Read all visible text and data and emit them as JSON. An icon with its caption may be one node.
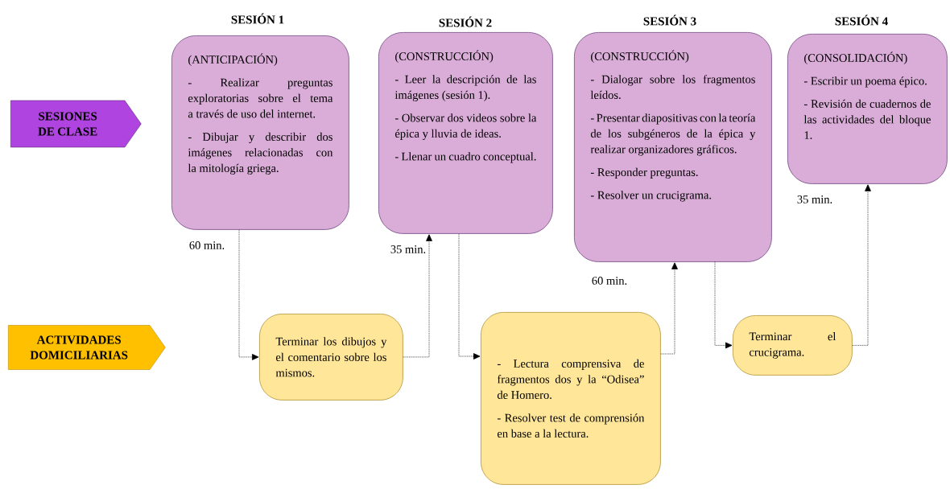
{
  "diagram": {
    "nodes": [
      {
        "text": [
          "SESIONES DE CLASE"
        ]
      },
      {
        "text": [
          "SESIÓN 1",
          "(ANTICIPACIÓN)",
          "- Realizar preguntas exploratorias sobre el tema a través de uso del internet.",
          "- Dibujar y describir dos imágenes relacionadas con la mitología griega."
        ],
        "beside": [
          "60 min."
        ]
      },
      {
        "text": [
          "SESIÓN 2",
          "(CONSTRUCCIÓN)",
          "- Leer la descripción de las imágenes (sesión 1).",
          "- Observar dos videos sobre la épica y lluvia de ideas.",
          "- Llenar un cuadro conceptual."
        ],
        "beside": [
          "35 min."
        ]
      },
      {
        "text": [
          "SESIÓN 3",
          "(CONSTRUCCIÓN)",
          "- Dialogar sobre los fragmentos leídos.",
          "- Presentar diapositivas con la teoría de los subgéneros de la épica y realizar organizadores gráficos.",
          "- Responder preguntas.",
          "- Resolver un crucigrama."
        ],
        "beside": [
          "60 min."
        ]
      },
      {
        "text": [
          "SESIÓN 4",
          "(CONSOLIDACIÓN)",
          "- Escribir un poema épico.",
          "- Revisión de cuadernos de las actividades del bloque 1."
        ],
        "beside": [
          "35 min."
        ]
      },
      {
        "text": [
          "ACTIVIDADES DOMICILIARIAS"
        ]
      },
      {
        "text": [
          "Terminar los dibujos y el comentario sobre los mismos."
        ]
      },
      {
        "text": [
          "- Lectura comprensiva de fragmentos dos y la “Odisea” de Homero.",
          "- Resolver test de comprensión en base a la lectura."
        ]
      },
      {
        "text": [
          "Terminar el crucigrama."
        ]
      }
    ],
    "edges": [
      {
        "from": 1,
        "to": 6,
        "arrow": "to",
        "style": "dashed"
      },
      {
        "from": 6,
        "to": 2,
        "arrow": "to",
        "style": "dashed"
      },
      {
        "from": 2,
        "to": 7,
        "arrow": "to",
        "style": "dashed"
      },
      {
        "from": 7,
        "to": 3,
        "arrow": "to",
        "style": "dashed"
      },
      {
        "from": 3,
        "to": 8,
        "arrow": "to",
        "style": "dashed"
      },
      {
        "from": 8,
        "to": 4,
        "arrow": "to",
        "style": "dashed"
      }
    ]
  }
}
